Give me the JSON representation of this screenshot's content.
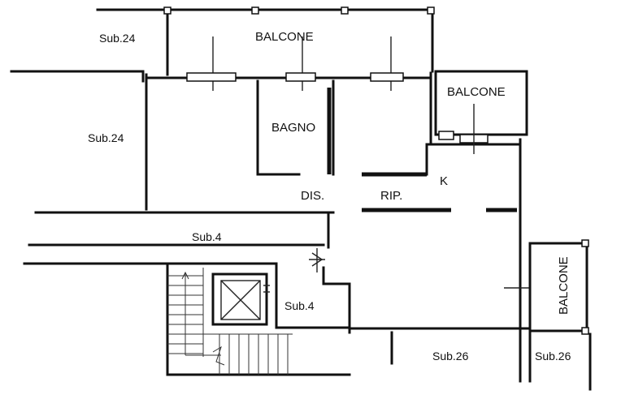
{
  "plan": {
    "labels": {
      "balcone_top": "BALCONE",
      "balcone_right_upper": "BALCONE",
      "balcone_right_side": "BALCONE",
      "bagno": "BAGNO",
      "dis": "DIS.",
      "rip": "RIP.",
      "k": "K",
      "sub24_top": "Sub.24",
      "sub24_left": "Sub.24",
      "sub4_corridor": "Sub.4",
      "sub4_stair": "Sub.4",
      "sub26_mid": "Sub.26",
      "sub26_right": "Sub.26"
    }
  }
}
